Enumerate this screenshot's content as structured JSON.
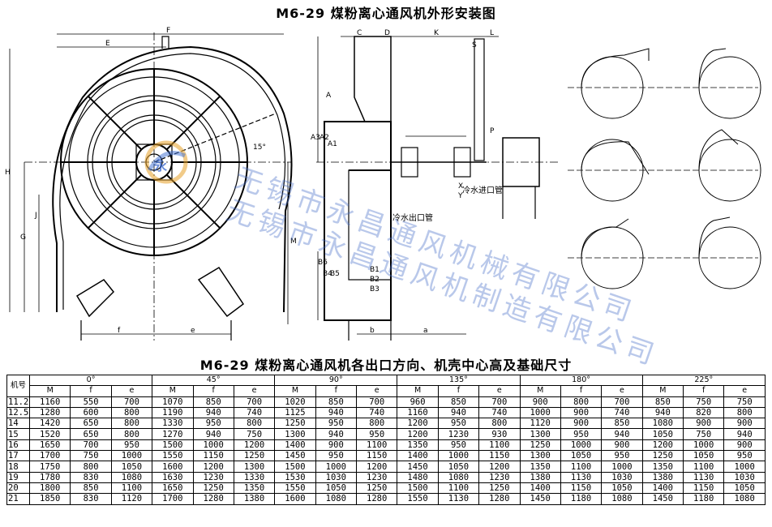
{
  "titles": {
    "drawing": "M6-29 煤粉离心通风机外形安装图",
    "table": "M6-29 煤粉离心通风机各出口方向、机壳中心高及基础尺寸"
  },
  "drawing_labels": {
    "dims": [
      "F",
      "E",
      "H",
      "G",
      "J",
      "M",
      "f",
      "e",
      "C",
      "D",
      "K",
      "S",
      "L",
      "A",
      "A1",
      "A2",
      "A3",
      "B1",
      "B2",
      "B3",
      "B4",
      "B5",
      "B6",
      "X",
      "Y",
      "P",
      "b",
      "a"
    ],
    "angle": "15°",
    "cooling_inlet": "冷水进口管",
    "cooling_outlet": "冷水出口管"
  },
  "watermark": {
    "line1": "无锡市永昌通风机械有限公司",
    "line2": "无锡市永昌通风机制造有限公司"
  },
  "table": {
    "model_header": "机号",
    "angles": [
      "0°",
      "45°",
      "90°",
      "135°",
      "180°",
      "225°"
    ],
    "subheaders": [
      "M",
      "f",
      "e"
    ],
    "rows": [
      [
        "11.2",
        "1160",
        "550",
        "700",
        "1070",
        "850",
        "700",
        "1020",
        "850",
        "700",
        "960",
        "850",
        "700",
        "900",
        "800",
        "700",
        "850",
        "750",
        "750"
      ],
      [
        "12.5",
        "1280",
        "600",
        "800",
        "1190",
        "940",
        "740",
        "1125",
        "940",
        "740",
        "1160",
        "940",
        "740",
        "1000",
        "900",
        "740",
        "940",
        "820",
        "800"
      ],
      [
        "14",
        "1420",
        "650",
        "800",
        "1330",
        "950",
        "800",
        "1250",
        "950",
        "800",
        "1200",
        "950",
        "800",
        "1120",
        "900",
        "850",
        "1080",
        "900",
        "900"
      ],
      [
        "15",
        "1520",
        "650",
        "800",
        "1270",
        "940",
        "750",
        "1300",
        "940",
        "950",
        "1200",
        "1230",
        "930",
        "1300",
        "950",
        "940",
        "1050",
        "750",
        "940"
      ],
      [
        "16",
        "1650",
        "700",
        "950",
        "1500",
        "1000",
        "1200",
        "1400",
        "900",
        "1100",
        "1350",
        "950",
        "1100",
        "1250",
        "1000",
        "900",
        "1200",
        "1000",
        "900"
      ],
      [
        "17",
        "1700",
        "750",
        "1000",
        "1550",
        "1150",
        "1250",
        "1450",
        "950",
        "1150",
        "1400",
        "1000",
        "1150",
        "1300",
        "1050",
        "950",
        "1250",
        "1050",
        "950"
      ],
      [
        "18",
        "1750",
        "800",
        "1050",
        "1600",
        "1200",
        "1300",
        "1500",
        "1000",
        "1200",
        "1450",
        "1050",
        "1200",
        "1350",
        "1100",
        "1000",
        "1350",
        "1100",
        "1000"
      ],
      [
        "19",
        "1780",
        "830",
        "1080",
        "1630",
        "1230",
        "1330",
        "1530",
        "1030",
        "1230",
        "1480",
        "1080",
        "1230",
        "1380",
        "1130",
        "1030",
        "1380",
        "1130",
        "1030"
      ],
      [
        "20",
        "1800",
        "850",
        "1100",
        "1650",
        "1250",
        "1350",
        "1550",
        "1050",
        "1250",
        "1500",
        "1100",
        "1250",
        "1400",
        "1150",
        "1050",
        "1400",
        "1150",
        "1050"
      ],
      [
        "21",
        "1850",
        "830",
        "1120",
        "1700",
        "1280",
        "1380",
        "1600",
        "1080",
        "1280",
        "1550",
        "1130",
        "1280",
        "1450",
        "1180",
        "1080",
        "1450",
        "1180",
        "1080"
      ]
    ]
  }
}
